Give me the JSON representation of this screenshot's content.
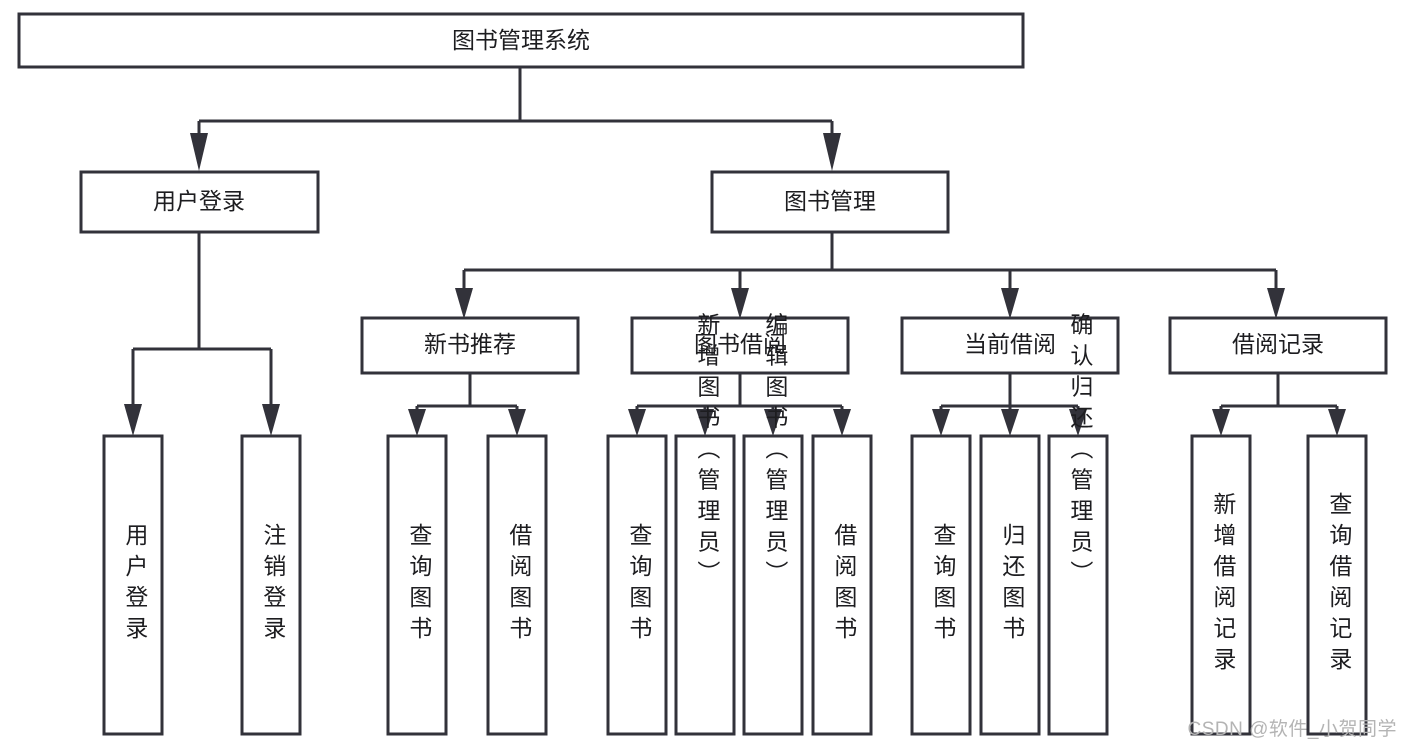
{
  "diagram": {
    "title": "图书管理系统",
    "watermark": "CSDN @软件_小贺同学",
    "colors": {
      "box_stroke": "#32323a",
      "box_fill": "#ffffff",
      "text": "#1d1d20",
      "background": "#ffffff",
      "watermark": "#b4b4b4"
    },
    "root": {
      "label": "图书管理系统"
    },
    "level2": [
      {
        "label": "用户登录"
      },
      {
        "label": "图书管理"
      }
    ],
    "level3": [
      {
        "label": "新书推荐"
      },
      {
        "label": "图书借阅"
      },
      {
        "label": "当前借阅"
      },
      {
        "label": "借阅记录"
      }
    ],
    "leaves": {
      "user_login": [
        {
          "label": "用户登录"
        },
        {
          "label": "注销登录"
        }
      ],
      "new_book_recommend": [
        {
          "label": "查询图书"
        },
        {
          "label": "借阅图书"
        }
      ],
      "book_borrow": [
        {
          "label": "查询图书"
        },
        {
          "label": "新增图书（管理员）"
        },
        {
          "label": "编辑图书（管理员）"
        },
        {
          "label": "借阅图书"
        }
      ],
      "current_borrow": [
        {
          "label": "查询图书"
        },
        {
          "label": "归还图书"
        },
        {
          "label": "确认归还（管理员）"
        }
      ],
      "borrow_record": [
        {
          "label": "新增借阅记录"
        },
        {
          "label": "查询借阅记录"
        }
      ]
    }
  }
}
